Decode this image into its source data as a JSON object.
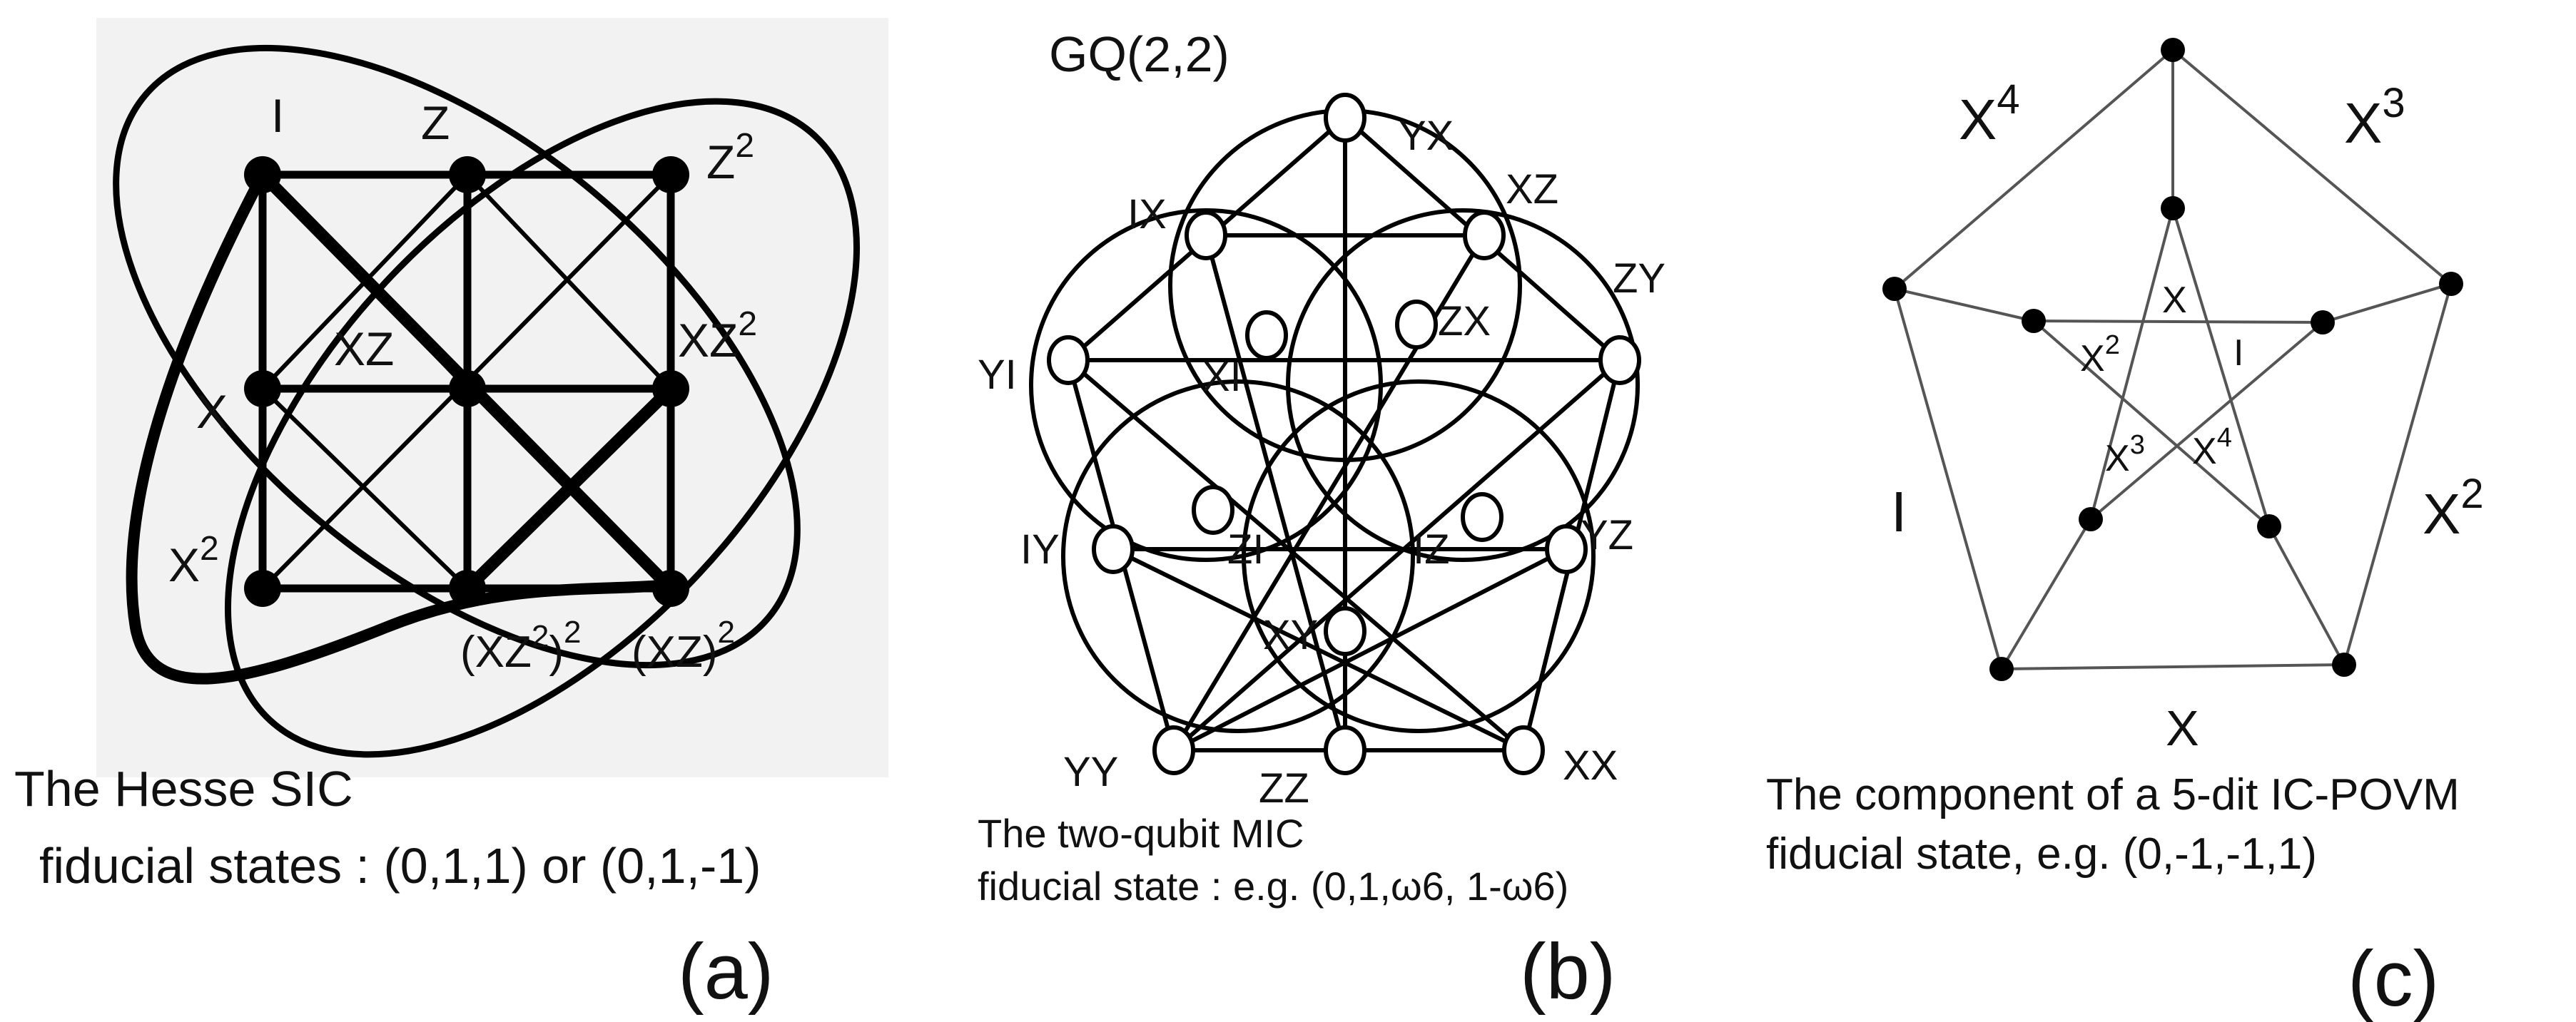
{
  "panel_a": {
    "vertex_labels": {
      "I": "I",
      "Z": "Z",
      "Z2_base": "Z",
      "Z2_exp": "2",
      "X": "X",
      "XZ": "XZ",
      "XZ2_base": "XZ",
      "XZ2_exp": "2",
      "X2_base": "X",
      "X2_exp": "2",
      "XZ2sq_open": "(XZ",
      "XZ2sq_inner": "2",
      "XZ2sq_close": ")",
      "XZ2sq_outer": "2",
      "XZsq_base": "(XZ)",
      "XZsq_exp": "2"
    },
    "caption_line1": "The Hesse SIC",
    "caption_line2": "fiducial states : (0,1,1) or (0,1,-1)",
    "tag": "(a)"
  },
  "panel_b": {
    "title": "GQ(2,2)",
    "vertex_labels": {
      "YX": "YX",
      "XZ": "XZ",
      "ZY": "ZY",
      "IX": "IX",
      "YI": "YI",
      "XI": "XI",
      "ZX": "ZX",
      "IY": "IY",
      "ZI": "ZI",
      "IZ": "IZ",
      "YZ": "YZ",
      "XY": "XY",
      "YY": "YY",
      "ZZ": "ZZ",
      "XX": "XX"
    },
    "caption_line1": "The two-qubit MIC",
    "caption_line2": "fiducial state : e.g. (0,1,ω6, 1-ω6)",
    "tag": "(b)"
  },
  "panel_c": {
    "edge_labels": {
      "X4_base": "X",
      "X4_exp": "4",
      "X3_base": "X",
      "X3_exp": "3",
      "I_left": "I",
      "X2_base": "X",
      "X2_exp": "2",
      "X_bottom": "X",
      "inner_X": "X",
      "inner_X2_base": "X",
      "inner_X2_exp": "2",
      "inner_I": "I",
      "inner_X3_base": "X",
      "inner_X3_exp": "3",
      "inner_X4_base": "X",
      "inner_X4_exp": "4"
    },
    "caption_line1": "The component of a 5-dit IC-POVM",
    "caption_line2": "fiducial state, e.g. (0,-1,-1,1)",
    "tag": "(c)"
  }
}
